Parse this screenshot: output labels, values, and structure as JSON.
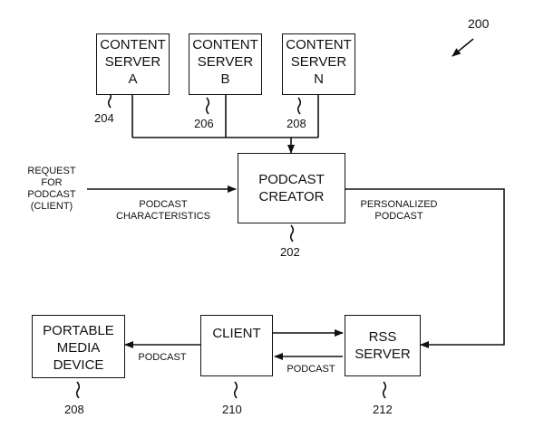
{
  "figure_ref": "200",
  "content_servers": [
    {
      "line1": "CONTENT",
      "line2": "SERVER",
      "line3": "A",
      "ref": "204"
    },
    {
      "line1": "CONTENT",
      "line2": "SERVER",
      "line3": "B",
      "ref": "206"
    },
    {
      "line1": "CONTENT",
      "line2": "SERVER",
      "line3": "N",
      "ref": "208"
    }
  ],
  "podcast_creator": {
    "line1": "PODCAST",
    "line2": "CREATOR",
    "ref": "202"
  },
  "request_label": {
    "line1": "REQUEST",
    "line2": "FOR",
    "line3": "PODCAST",
    "line4": "(CLIENT)"
  },
  "characteristics_label": {
    "line1": "PODCAST",
    "line2": "CHARACTERISTICS"
  },
  "personalized_label": {
    "line1": "PERSONALIZED",
    "line2": "PODCAST"
  },
  "portable_media_device": {
    "line1": "PORTABLE",
    "line2": "MEDIA",
    "line3": "DEVICE",
    "ref": "208"
  },
  "client": {
    "line1": "CLIENT",
    "ref": "210"
  },
  "rss_server": {
    "line1": "RSS",
    "line2": "SERVER",
    "ref": "212"
  },
  "podcast_label_client_to_device": "PODCAST",
  "podcast_label_rss_to_client": "PODCAST"
}
